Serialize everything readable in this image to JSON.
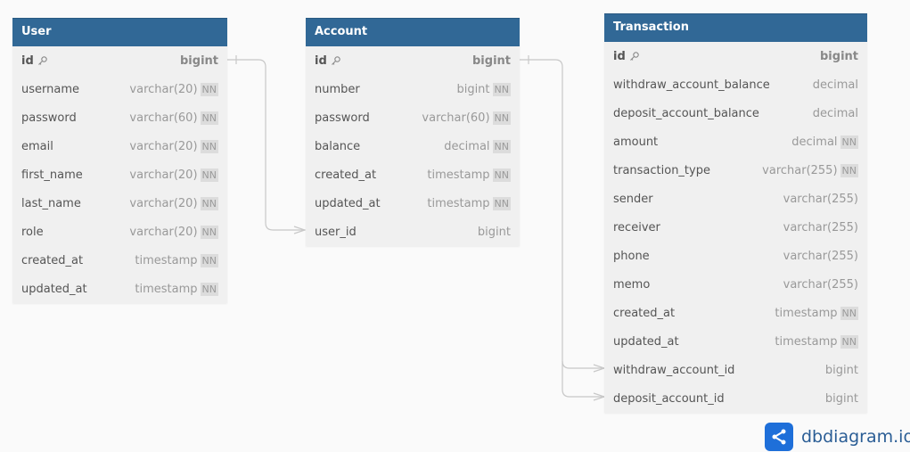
{
  "tables": [
    {
      "name": "User",
      "fields": [
        {
          "name": "id",
          "type": "bigint",
          "pk": true,
          "nn": ""
        },
        {
          "name": "username",
          "type": "varchar(20)",
          "nn": "NN"
        },
        {
          "name": "password",
          "type": "varchar(60)",
          "nn": "NN"
        },
        {
          "name": "email",
          "type": "varchar(20)",
          "nn": "NN"
        },
        {
          "name": "first_name",
          "type": "varchar(20)",
          "nn": "NN"
        },
        {
          "name": "last_name",
          "type": "varchar(20)",
          "nn": "NN"
        },
        {
          "name": "role",
          "type": "varchar(20)",
          "nn": "NN"
        },
        {
          "name": "created_at",
          "type": "timestamp",
          "nn": "NN"
        },
        {
          "name": "updated_at",
          "type": "timestamp",
          "nn": "NN"
        }
      ]
    },
    {
      "name": "Account",
      "fields": [
        {
          "name": "id",
          "type": "bigint",
          "pk": true,
          "nn": ""
        },
        {
          "name": "number",
          "type": "bigint",
          "nn": "NN"
        },
        {
          "name": "password",
          "type": "varchar(60)",
          "nn": "NN"
        },
        {
          "name": "balance",
          "type": "decimal",
          "nn": "NN"
        },
        {
          "name": "created_at",
          "type": "timestamp",
          "nn": "NN"
        },
        {
          "name": "updated_at",
          "type": "timestamp",
          "nn": "NN"
        },
        {
          "name": "user_id",
          "type": "bigint",
          "nn": ""
        }
      ]
    },
    {
      "name": "Transaction",
      "fields": [
        {
          "name": "id",
          "type": "bigint",
          "pk": true,
          "nn": ""
        },
        {
          "name": "withdraw_account_balance",
          "type": "decimal",
          "nn": ""
        },
        {
          "name": "deposit_account_balance",
          "type": "decimal",
          "nn": ""
        },
        {
          "name": "amount",
          "type": "decimal",
          "nn": "NN"
        },
        {
          "name": "transaction_type",
          "type": "varchar(255)",
          "nn": "NN"
        },
        {
          "name": "sender",
          "type": "varchar(255)",
          "nn": ""
        },
        {
          "name": "receiver",
          "type": "varchar(255)",
          "nn": ""
        },
        {
          "name": "phone",
          "type": "varchar(255)",
          "nn": ""
        },
        {
          "name": "memo",
          "type": "varchar(255)",
          "nn": ""
        },
        {
          "name": "created_at",
          "type": "timestamp",
          "nn": "NN"
        },
        {
          "name": "updated_at",
          "type": "timestamp",
          "nn": "NN"
        },
        {
          "name": "withdraw_account_id",
          "type": "bigint",
          "nn": ""
        },
        {
          "name": "deposit_account_id",
          "type": "bigint",
          "nn": ""
        }
      ]
    }
  ],
  "relations": [
    {
      "from": "User.id",
      "to": "Account.user_id"
    },
    {
      "from": "Account.id",
      "to": "Transaction.withdraw_account_id"
    },
    {
      "from": "Account.id",
      "to": "Transaction.deposit_account_id"
    }
  ],
  "branding": {
    "name": "dbdiagram.io"
  },
  "colors": {
    "header": "#316896",
    "body": "#f0f0f0",
    "logo": "#1e6fd9"
  }
}
